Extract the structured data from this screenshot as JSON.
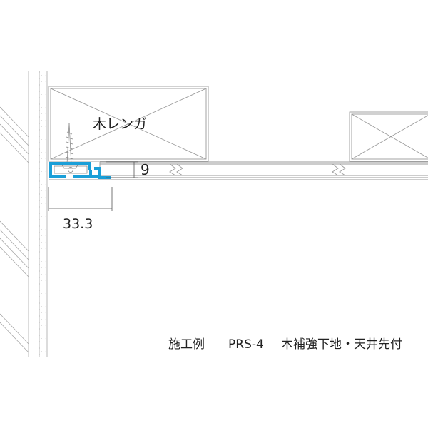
{
  "labels": {
    "wood_block": "木レンガ",
    "board_thickness": "9",
    "profile_width": "33.3"
  },
  "caption": {
    "example": "施工例",
    "product": "PRS-4",
    "condition": "木補強下地・天井先付"
  },
  "colors": {
    "profile": "#1a9fd8",
    "line": "#9a9a9a",
    "text": "#222222"
  }
}
